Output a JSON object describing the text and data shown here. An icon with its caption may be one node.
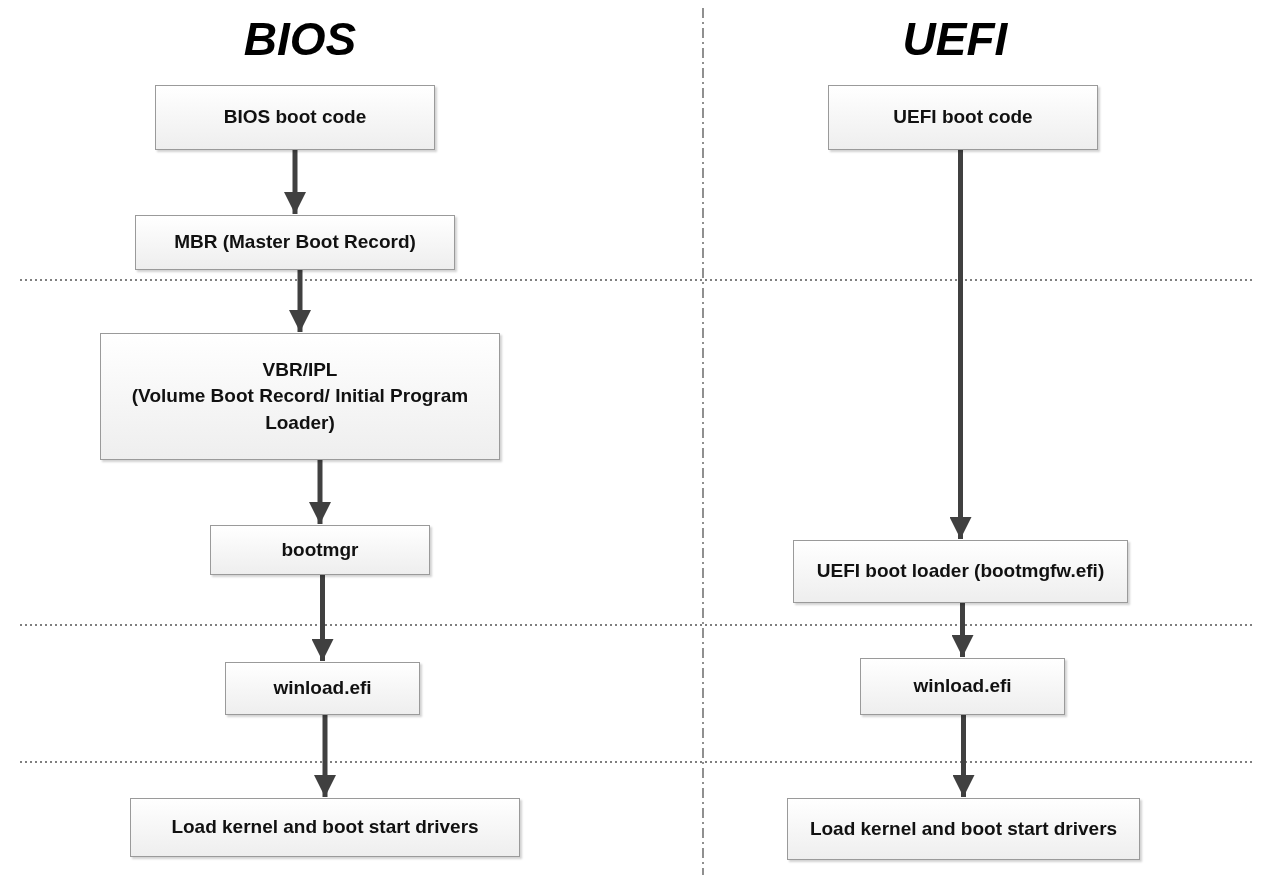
{
  "diagram": {
    "nodes": [
      {
        "text": [
          "BIOS boot code"
        ]
      },
      {
        "text": [
          "MBR (Master Boot Record)"
        ]
      },
      {
        "text": [
          "VBR/IPL",
          "(Volume Boot Record/ Initial Program Loader)"
        ]
      },
      {
        "text": [
          "bootmgr"
        ]
      },
      {
        "text": [
          "winload.efi"
        ]
      },
      {
        "text": [
          "Load kernel and boot start drivers"
        ]
      },
      {
        "text": [
          "UEFI boot code"
        ]
      },
      {
        "text": [
          "UEFI boot loader (bootmgfw.efi)"
        ]
      },
      {
        "text": [
          "winload.efi"
        ]
      },
      {
        "text": [
          "Load kernel and boot start drivers"
        ]
      }
    ],
    "edges": [
      {
        "from": 0,
        "to": 1,
        "arrow": "to"
      },
      {
        "from": 1,
        "to": 2,
        "arrow": "to"
      },
      {
        "from": 2,
        "to": 3,
        "arrow": "to"
      },
      {
        "from": 3,
        "to": 4,
        "arrow": "to"
      },
      {
        "from": 4,
        "to": 5,
        "arrow": "to"
      },
      {
        "from": 6,
        "to": 7,
        "arrow": "to"
      },
      {
        "from": 7,
        "to": 8,
        "arrow": "to"
      },
      {
        "from": 8,
        "to": 9,
        "arrow": "to"
      }
    ],
    "labels": [
      "BIOS",
      "UEFI"
    ]
  }
}
